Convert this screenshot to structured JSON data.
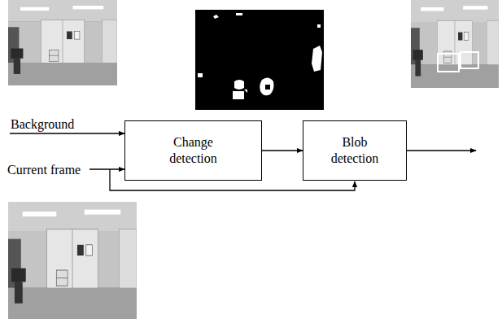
{
  "diagram": {
    "nodes": [
      {
        "text": [
          "Change detection"
        ]
      },
      {
        "text": [
          "Blob detection"
        ]
      }
    ],
    "edges": [
      {
        "from": 0,
        "to": 1,
        "arrow": "to"
      }
    ],
    "labels": [
      "Background",
      "Current frame"
    ]
  }
}
